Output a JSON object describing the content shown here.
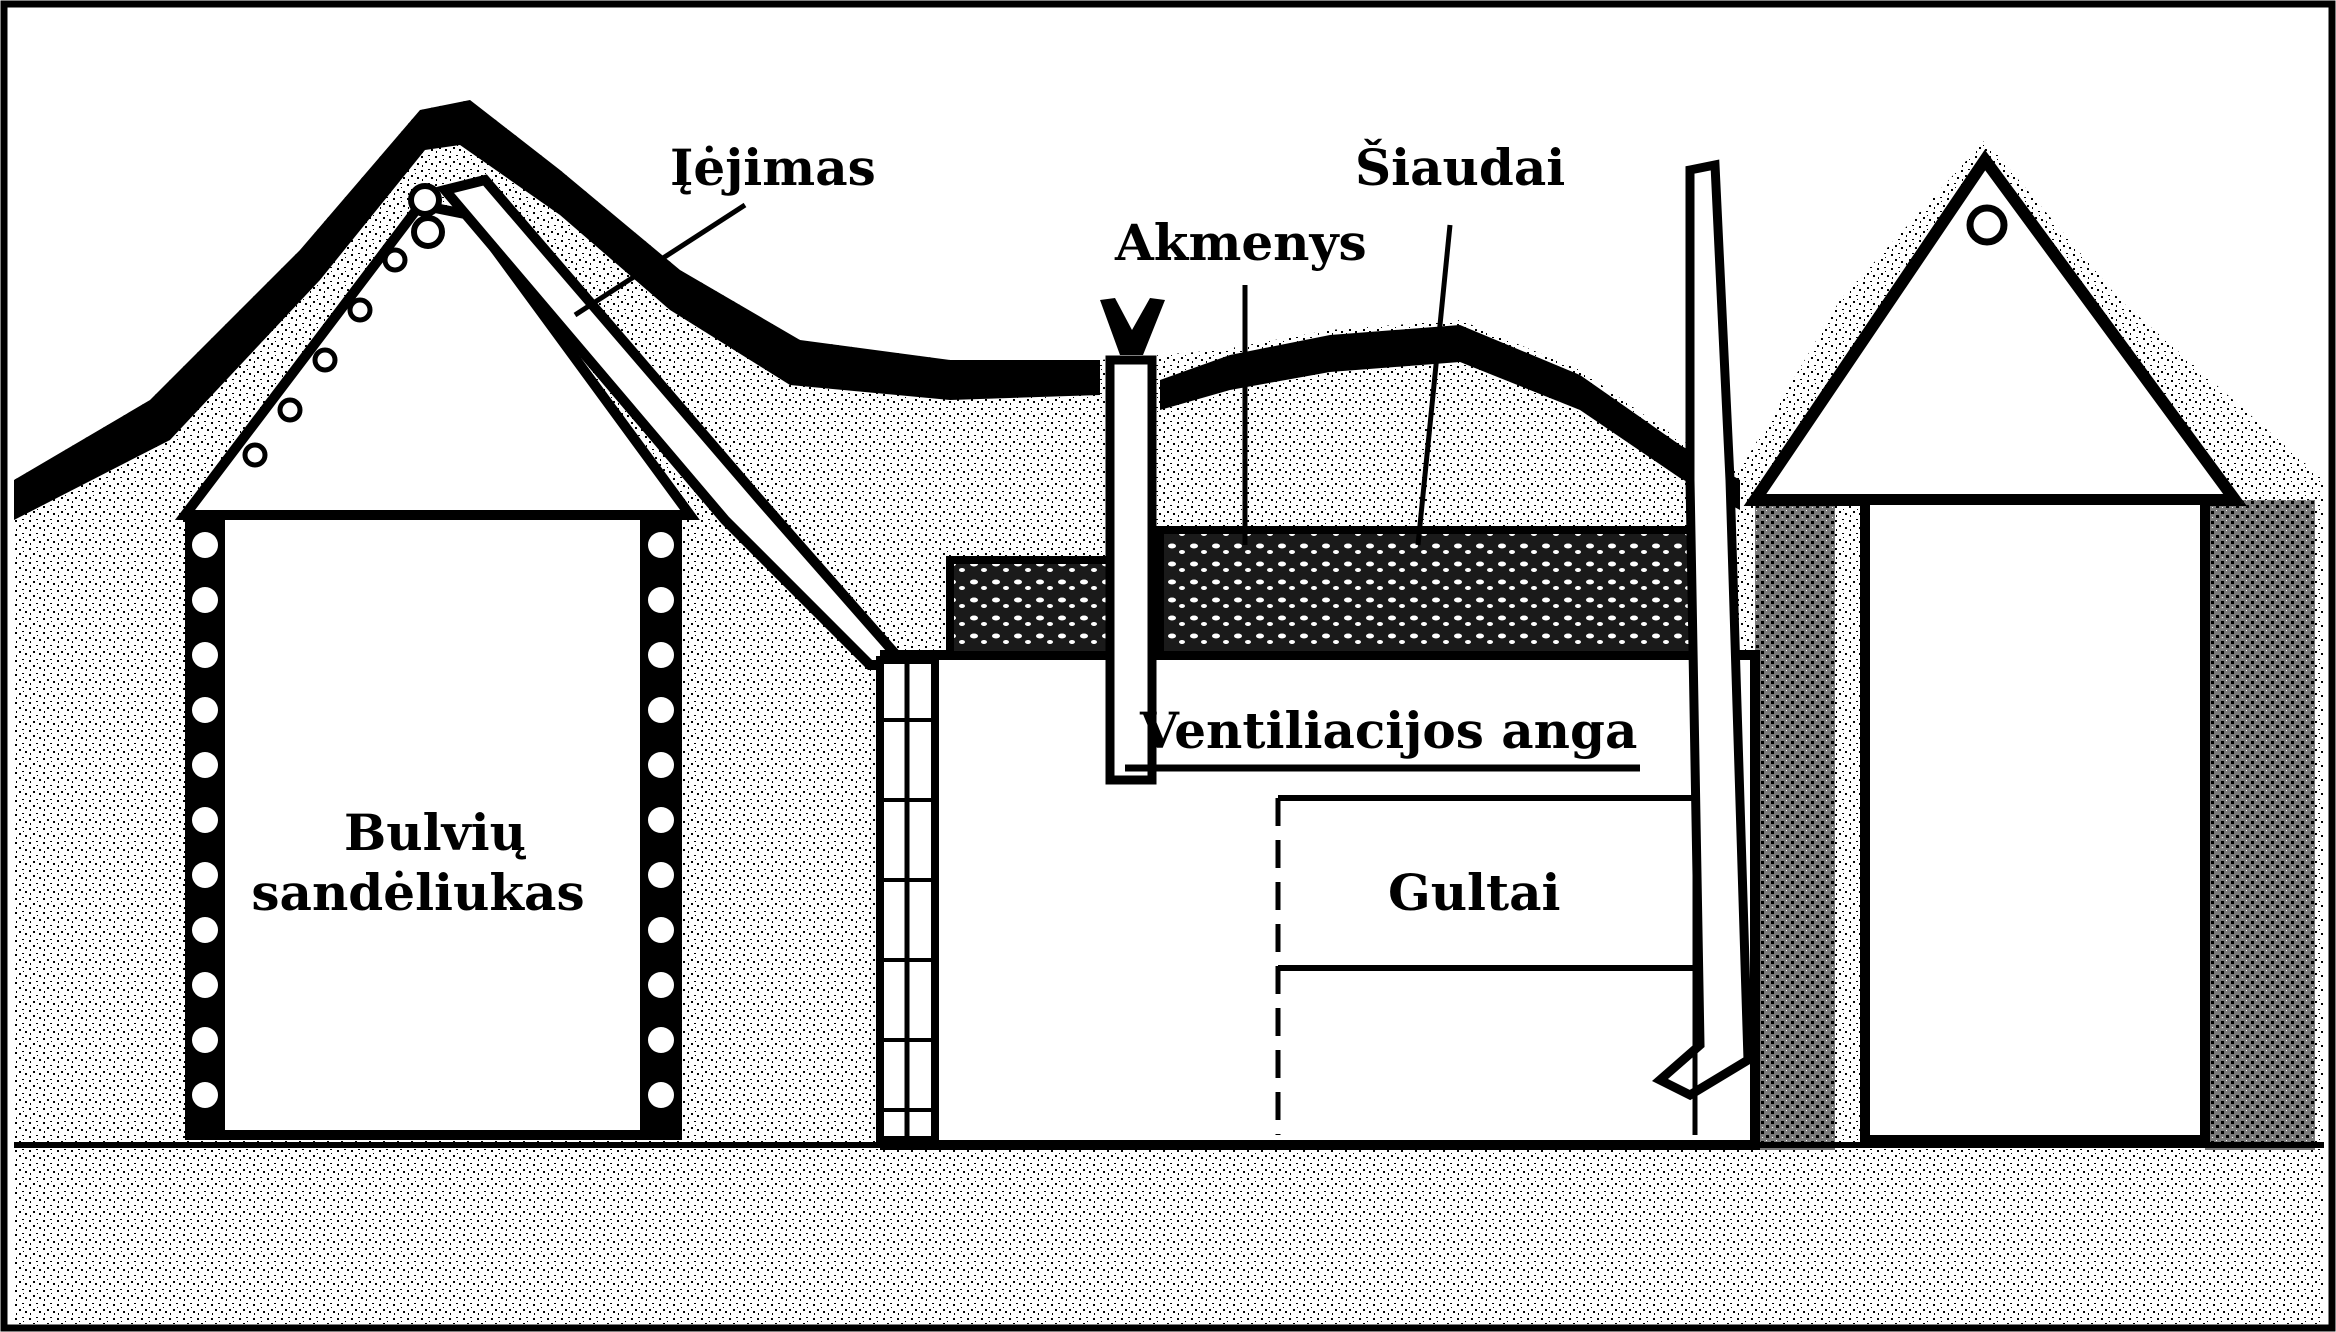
{
  "labels": {
    "entrance": "Įėjimas",
    "stones": "Akmenys",
    "straw": "Šiaudai",
    "ventilation": "Ventiliacijos anga",
    "bunks": "Gultai",
    "storage_line1": "Bulvių",
    "storage_line2": "sandėliukas"
  },
  "colors": {
    "ink": "#000000",
    "paper": "#ffffff",
    "soil": "#9a9a9a"
  }
}
